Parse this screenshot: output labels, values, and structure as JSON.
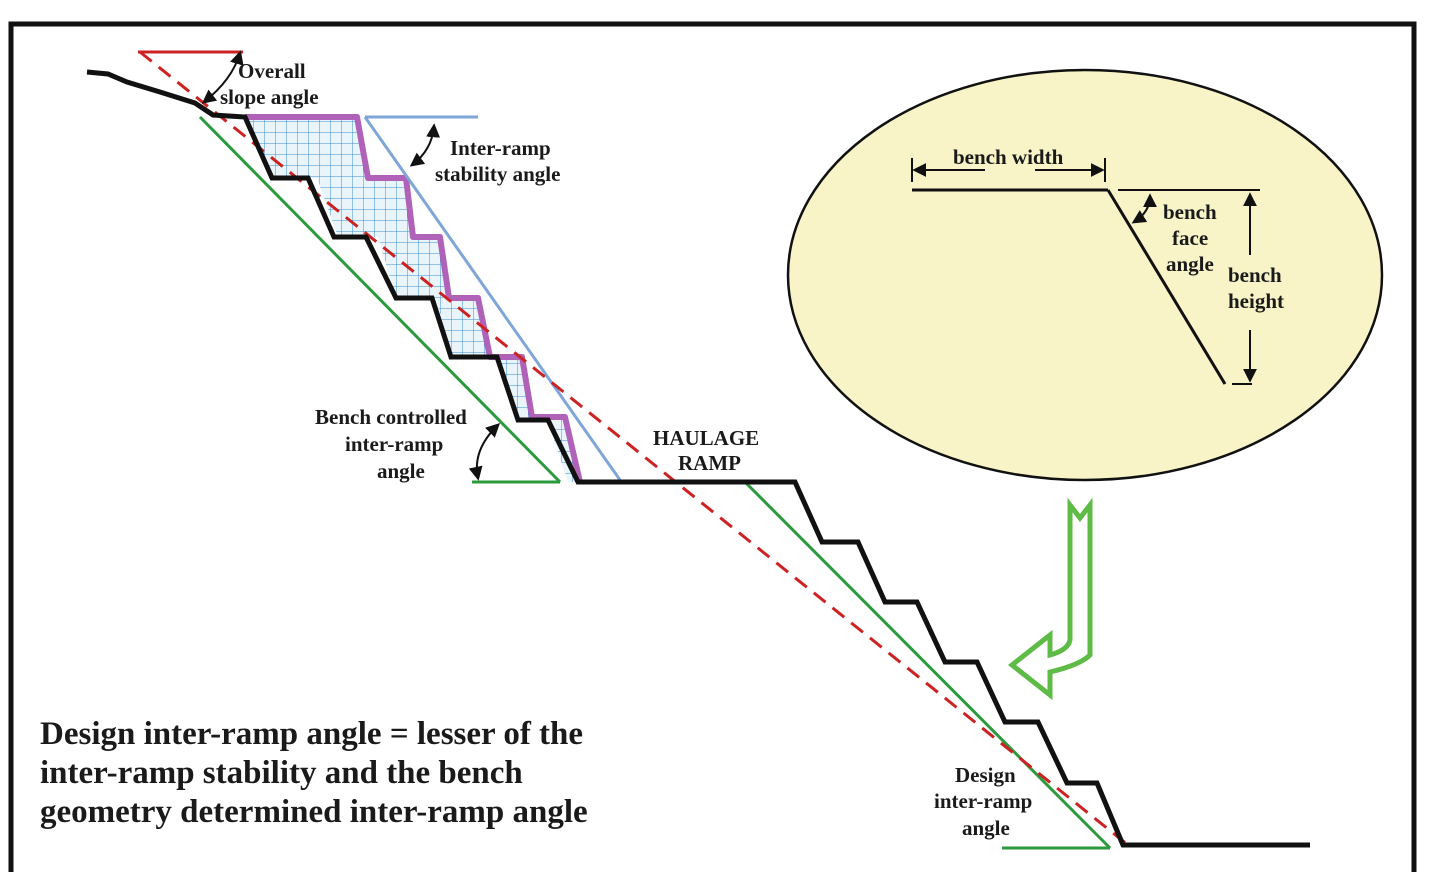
{
  "labels": {
    "overall_l1": "Overall",
    "overall_l2": "slope angle",
    "irs_l1": "Inter-ramp",
    "irs_l2": "stability angle",
    "bench_width": "bench width",
    "bench_face_l1": "bench",
    "bench_face_l2": "face",
    "bench_face_l3": "angle",
    "bench_height_l1": "bench",
    "bench_height_l2": "height",
    "bc_l1": "Bench controlled",
    "bc_l2": "inter-ramp",
    "bc_l3": "angle",
    "haulage_l1": "HAULAGE",
    "haulage_l2": "RAMP",
    "design_l1": "Design",
    "design_l2": "inter-ramp",
    "design_l3": "angle"
  },
  "statement": {
    "line1": "Design inter-ramp angle = lesser of the",
    "line2": "inter-ramp stability and the bench",
    "line3": "geometry determined inter-ramp angle"
  },
  "colors": {
    "profile": "#111111",
    "overall_line": "#cc2222",
    "stability_line": "#7fa6d8",
    "bench_line": "#2a9a3c",
    "failure_zone_outline": "#b062b8",
    "grid": "#3b8fd6",
    "detail_ellipse_fill": "#f8f4c8",
    "arrow_green": "#5dbb46"
  }
}
